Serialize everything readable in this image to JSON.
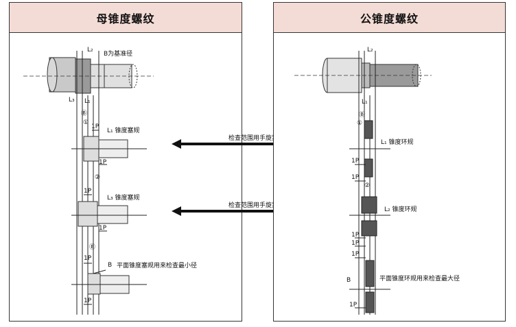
{
  "left_panel": {
    "title": "母锥度螺纹",
    "labels": {
      "l2_top": "L₂",
      "base_dia": "B为基准径",
      "l3": "L₃",
      "l1_top": "L₁",
      "circ_b1": "Ⓑ",
      "circ_1": "①",
      "p1": "1P",
      "plug1": "L₁ 锥度塞规",
      "p2": "1P",
      "circ_2": "②",
      "p3": "1P",
      "plug3": "L₃ 锥度塞规",
      "p4": "1P",
      "circ_b2": "Ⓑ",
      "p5": "1P",
      "b": "B",
      "plane_plug": "平面锥度塞规用来检查最小径",
      "p6": "1P"
    }
  },
  "right_panel": {
    "title": "公锥度螺纹",
    "labels": {
      "l2_top": "L₂",
      "l1_top": "L₁",
      "circ_b1": "Ⓑ",
      "circ_1": "①",
      "ring1": "L₁ 锥度环规",
      "p1": "1P",
      "p2": "1P",
      "circ_2": "②",
      "ring2": "L₂ 锥度环规",
      "p3": "1P",
      "p4": "1P",
      "p5": "1P",
      "b": "B",
      "plane_ring": "平面锥度环规用来检查最大径",
      "p6": "1P"
    }
  },
  "arrows": {
    "top_label": "检查范围用手旋紧",
    "bottom_label": "检查范围用手旋紧"
  }
}
